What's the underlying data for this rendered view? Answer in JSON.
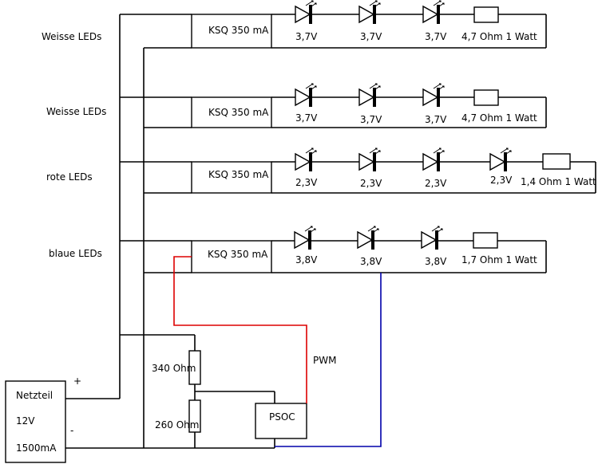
{
  "colors": {
    "wire": "#000000",
    "pwm_wire": "#dd0000",
    "ground_wire": "#0000aa"
  },
  "power_supply": {
    "name": "Netzteil",
    "voltage": "12V",
    "current": "1500mA",
    "plus_label": "+",
    "minus_label": "-"
  },
  "strings": [
    {
      "label": "Weisse LEDs",
      "driver": "KSQ 350 mA",
      "led_voltages": [
        "3,7V",
        "3,7V",
        "3,7V"
      ],
      "resistor": "4,7 Ohm 1 Watt"
    },
    {
      "label": "Weisse LEDs",
      "driver": "KSQ 350 mA",
      "led_voltages": [
        "3,7V",
        "3,7V",
        "3,7V"
      ],
      "resistor": "4,7 Ohm 1 Watt"
    },
    {
      "label": "rote LEDs",
      "driver": "KSQ 350 mA",
      "led_voltages": [
        "2,3V",
        "2,3V",
        "2,3V",
        "2,3V"
      ],
      "resistor": "1,4 Ohm 1 Watt"
    },
    {
      "label": "blaue LEDs",
      "driver": "KSQ 350 mA",
      "led_voltages": [
        "3,8V",
        "3,8V",
        "3,8V"
      ],
      "resistor": "1,7 Ohm 1 Watt"
    }
  ],
  "divider": {
    "upper": "340 Ohm",
    "lower": "260 Ohm"
  },
  "controller": {
    "name": "PSOC",
    "pwm_label": "PWM"
  }
}
